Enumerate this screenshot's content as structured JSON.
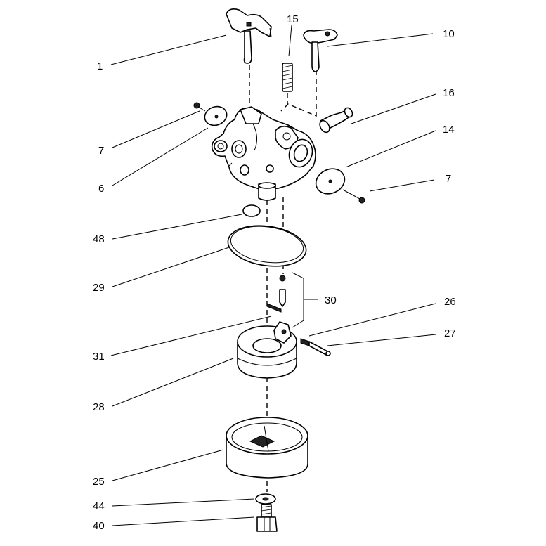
{
  "callouts": [
    "1",
    "15",
    "10",
    "16",
    "14",
    "7",
    "6",
    "7",
    "48",
    "29",
    "30",
    "31",
    "26",
    "27",
    "28",
    "25",
    "44",
    "40"
  ]
}
